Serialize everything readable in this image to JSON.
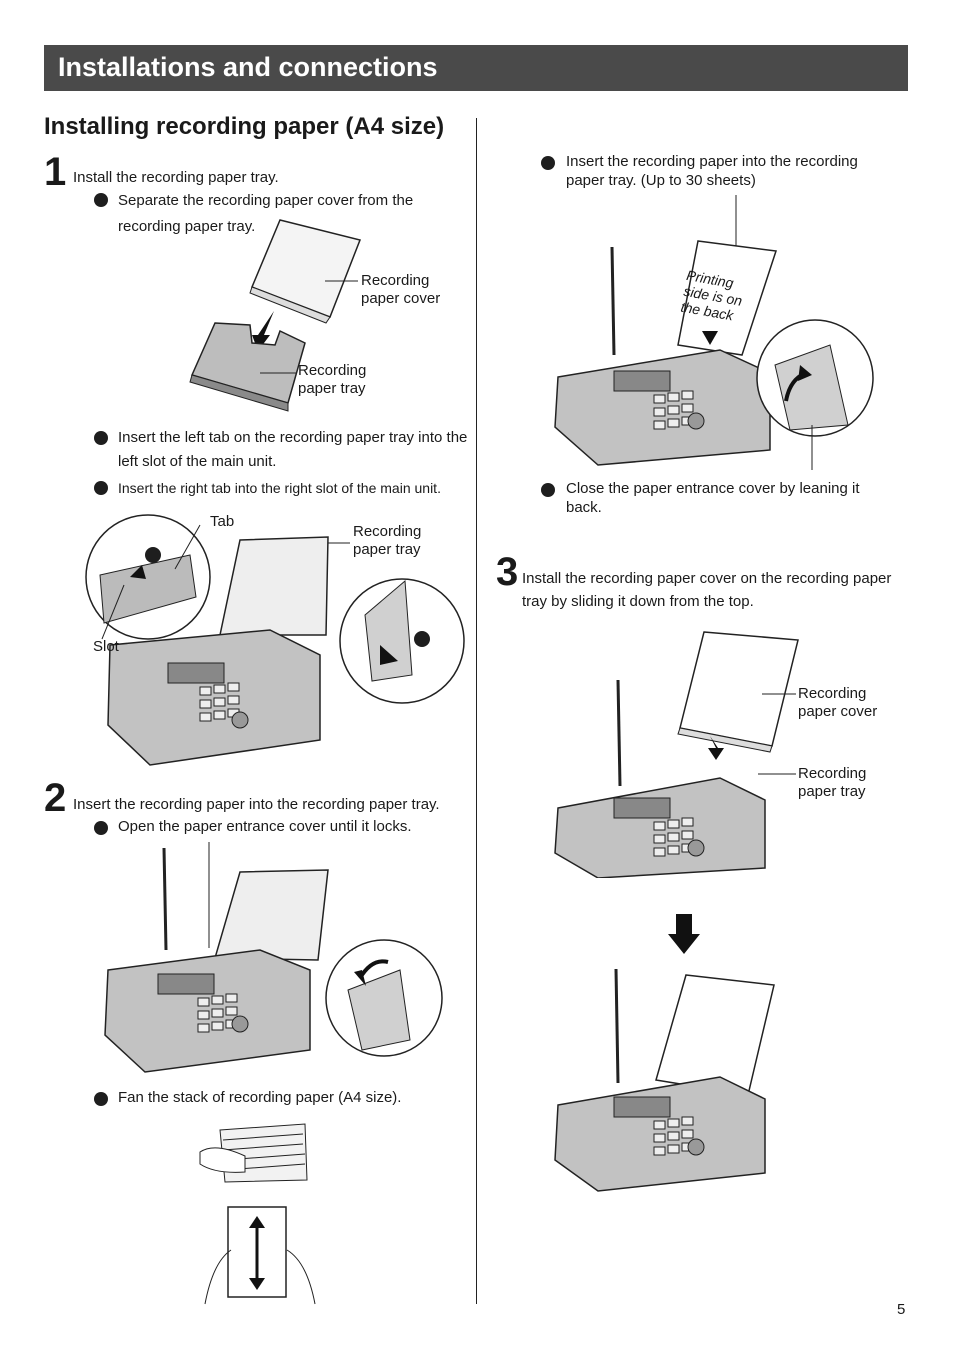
{
  "header": {
    "title": "Installations and connections"
  },
  "section": {
    "title": "Installing recording paper (A4 size)"
  },
  "step1": {
    "number": "1",
    "text": "Install the recording paper tray.",
    "bullets": [
      "Separate the recording paper cover from the recording paper tray.",
      "Insert the left tab on the recording paper tray into the left slot of the main unit.",
      "Insert the right tab into the right slot of the main unit."
    ],
    "labels": {
      "cover": "Recording\npaper cover",
      "tray": "Recording\npaper tray",
      "tab": "Tab",
      "slot": "Slot",
      "tray2": "Recording\npaper tray"
    }
  },
  "step2": {
    "number": "2",
    "text": "Insert the recording paper into the recording paper tray.",
    "bullets": [
      "Open the paper entrance cover until it locks.",
      "Fan the stack of recording paper (A4 size)."
    ]
  },
  "right": {
    "bullets": [
      "Insert the recording paper into the recording paper tray. (Up to 30 sheets)",
      "Close the paper entrance cover by leaning it back."
    ],
    "paper_note": [
      "Printing",
      "side is on",
      "the back"
    ]
  },
  "step3": {
    "number": "3",
    "text": "Install the recording paper cover on the recording paper tray by sliding it down from the top.",
    "labels": {
      "cover": "Recording\npaper cover",
      "tray": "Recording\npaper tray"
    }
  },
  "page_number": "5"
}
